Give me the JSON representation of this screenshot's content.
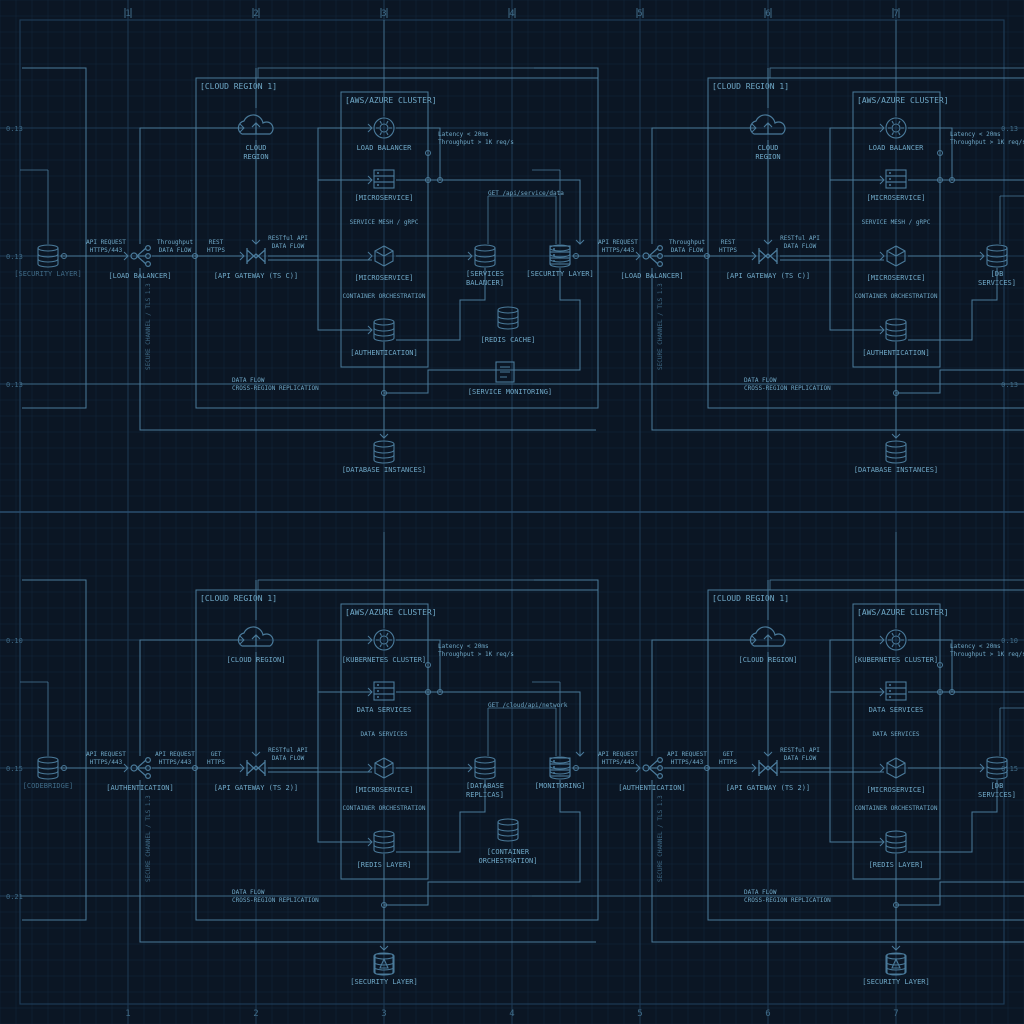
{
  "colors": {
    "background": "#0b1624",
    "grid_minor": "#12263a",
    "grid_major": "#1d3a55",
    "stroke": "#4a7a9a",
    "text": "#6fa8c7",
    "text_dim": "#3f6a86",
    "node_fill": "#0d1c2c"
  },
  "ruler": {
    "top": [
      "1",
      "2",
      "3",
      "4",
      "5",
      "6",
      "7"
    ],
    "bottom": [
      "1",
      "2",
      "3",
      "4",
      "5",
      "6",
      "7"
    ],
    "left": [
      "0.13",
      "0.13",
      "0.13",
      "0.10",
      "0.15",
      "0.21"
    ],
    "right": [
      "0.13",
      "0.13",
      "0.10",
      "0.15"
    ]
  },
  "quadrants": [
    {
      "region_label": "[CLOUD REGION 1]",
      "cluster_label": "[AWS/AZURE CLUSTER]",
      "nodes": {
        "cloud": "CLOUD\nREGION",
        "lb": "[LOAD BALANCER]",
        "gw": "[API GATEWAY (TS C)]",
        "c1": "LOAD BALANCER",
        "c2": "[MICROSERVICE]",
        "c3": "[MICROSERVICE]",
        "c4": "[AUTHENTICATION]",
        "m1": "[SERVICES\nBALANCER]",
        "m2": "[REDIS CACHE]",
        "r": "[SECURITY LAYER]",
        "mon": "[SERVICE MONITORING]",
        "db": "[DATABASE INSTANCES]",
        "left": "[SECURITY LAYER]"
      },
      "notes": {
        "lb_in": "API REQUEST\nHTTPS/443",
        "lb_out": "Throughput\nDATA FLOW",
        "gw_in": "REST\nHTTPS",
        "gw_out": "RESTful API\nDATA FLOW",
        "cluster_top": "Latency < 20ms\nThroughput > 1K req/s",
        "flow_get": "GET /api/service/data",
        "c_mid": "SERVICE MESH / gRPC",
        "c_low": "CONTAINER ORCHESTRATION",
        "bottom": "DATA FLOW\nCROSS-REGION REPLICATION",
        "vertical": "SECURE CHANNEL / TLS 1.3"
      }
    },
    {
      "region_label": "[CLOUD REGION 1]",
      "cluster_label": "[AWS/AZURE CLUSTER]",
      "nodes": {
        "cloud": "CLOUD\nREGION",
        "lb": "[LOAD BALANCER]",
        "gw": "[API GATEWAY (TS C)]",
        "c1": "LOAD BALANCER",
        "c2": "[MICROSERVICE]",
        "c3": "[MICROSERVICE]",
        "c4": "[AUTHENTICATION]",
        "m1": "[DB\nSERVICES]",
        "m2": "",
        "r": "",
        "mon": "",
        "db": "[DATABASE INSTANCES]",
        "left": ""
      },
      "notes": {
        "lb_in": "API REQUEST\nHTTPS/443",
        "lb_out": "Throughput\nDATA FLOW",
        "gw_in": "REST\nHTTPS",
        "gw_out": "RESTful API\nDATA FLOW",
        "cluster_top": "Latency < 20ms\nThroughput > 1K req/s",
        "flow_get": "",
        "c_mid": "SERVICE MESH / gRPC",
        "c_low": "CONTAINER ORCHESTRATION",
        "bottom": "DATA FLOW\nCROSS-REGION REPLICATION",
        "vertical": "SECURE CHANNEL / TLS 1.3"
      }
    },
    {
      "region_label": "[CLOUD REGION 1]",
      "cluster_label": "[AWS/AZURE CLUSTER]",
      "nodes": {
        "cloud": "[CLOUD REGION]",
        "lb": "[AUTHENTICATION]",
        "gw": "[API GATEWAY (TS 2)]",
        "c1": "[KUBERNETES CLUSTER]",
        "c2": "DATA SERVICES",
        "c3": "[MICROSERVICE]",
        "c4": "[REDIS LAYER]",
        "m1": "[DATABASE\nREPLICAS]",
        "m2": "[CONTAINER\nORCHESTRATION]",
        "r": "[MONITORING]",
        "mon": "",
        "db": "[SECURITY LAYER]",
        "left": "[CODEBRIDGE]"
      },
      "notes": {
        "lb_in": "API REQUEST\nHTTPS/443",
        "lb_out": "API REQUEST\nHTTPS/443",
        "gw_in": "GET\nHTTPS",
        "gw_out": "RESTful API\nDATA FLOW",
        "cluster_top": "Latency < 20ms\nThroughput > 1K req/s",
        "flow_get": "GET /cloud/api/network",
        "c_mid": "DATA SERVICES",
        "c_low": "CONTAINER ORCHESTRATION",
        "bottom": "DATA FLOW\nCROSS-REGION REPLICATION",
        "vertical": "SECURE CHANNEL / TLS 1.3"
      }
    },
    {
      "region_label": "[CLOUD REGION 1]",
      "cluster_label": "[AWS/AZURE CLUSTER]",
      "nodes": {
        "cloud": "[CLOUD REGION]",
        "lb": "[AUTHENTICATION]",
        "gw": "[API GATEWAY (TS 2)]",
        "c1": "[KUBERNETES CLUSTER]",
        "c2": "DATA SERVICES",
        "c3": "[MICROSERVICE]",
        "c4": "[REDIS LAYER]",
        "m1": "[DB\nSERVICES]",
        "m2": "",
        "r": "",
        "mon": "",
        "db": "[SECURITY LAYER]",
        "left": ""
      },
      "notes": {
        "lb_in": "API REQUEST\nHTTPS/443",
        "lb_out": "API REQUEST\nHTTPS/443",
        "gw_in": "GET\nHTTPS",
        "gw_out": "RESTful API\nDATA FLOW",
        "cluster_top": "Latency < 20ms\nThroughput > 1K req/s",
        "flow_get": "",
        "c_mid": "DATA SERVICES",
        "c_low": "CONTAINER ORCHESTRATION",
        "bottom": "DATA FLOW\nCROSS-REGION REPLICATION",
        "vertical": "SECURE CHANNEL / TLS 1.3"
      }
    }
  ]
}
